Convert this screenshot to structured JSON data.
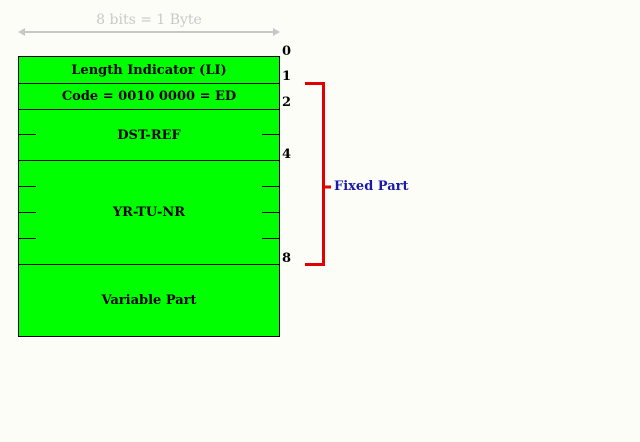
{
  "diagram": {
    "width_label": "8 bits = 1 Byte",
    "fields": {
      "li": "Length Indicator (LI)",
      "code": "Code = 0010 0000 = ED",
      "dst_ref": "DST-REF",
      "yr_tu_nr": "YR-TU-NR",
      "variable": "Variable Part"
    },
    "offsets": [
      "0",
      "1",
      "2",
      "4",
      "8"
    ],
    "bracket_label": "Fixed Part",
    "colors": {
      "field_fill": "#00ff00",
      "bracket": "#e00000",
      "bracket_label": "#1a1aa8",
      "arrow": "#c8c8c8"
    }
  }
}
